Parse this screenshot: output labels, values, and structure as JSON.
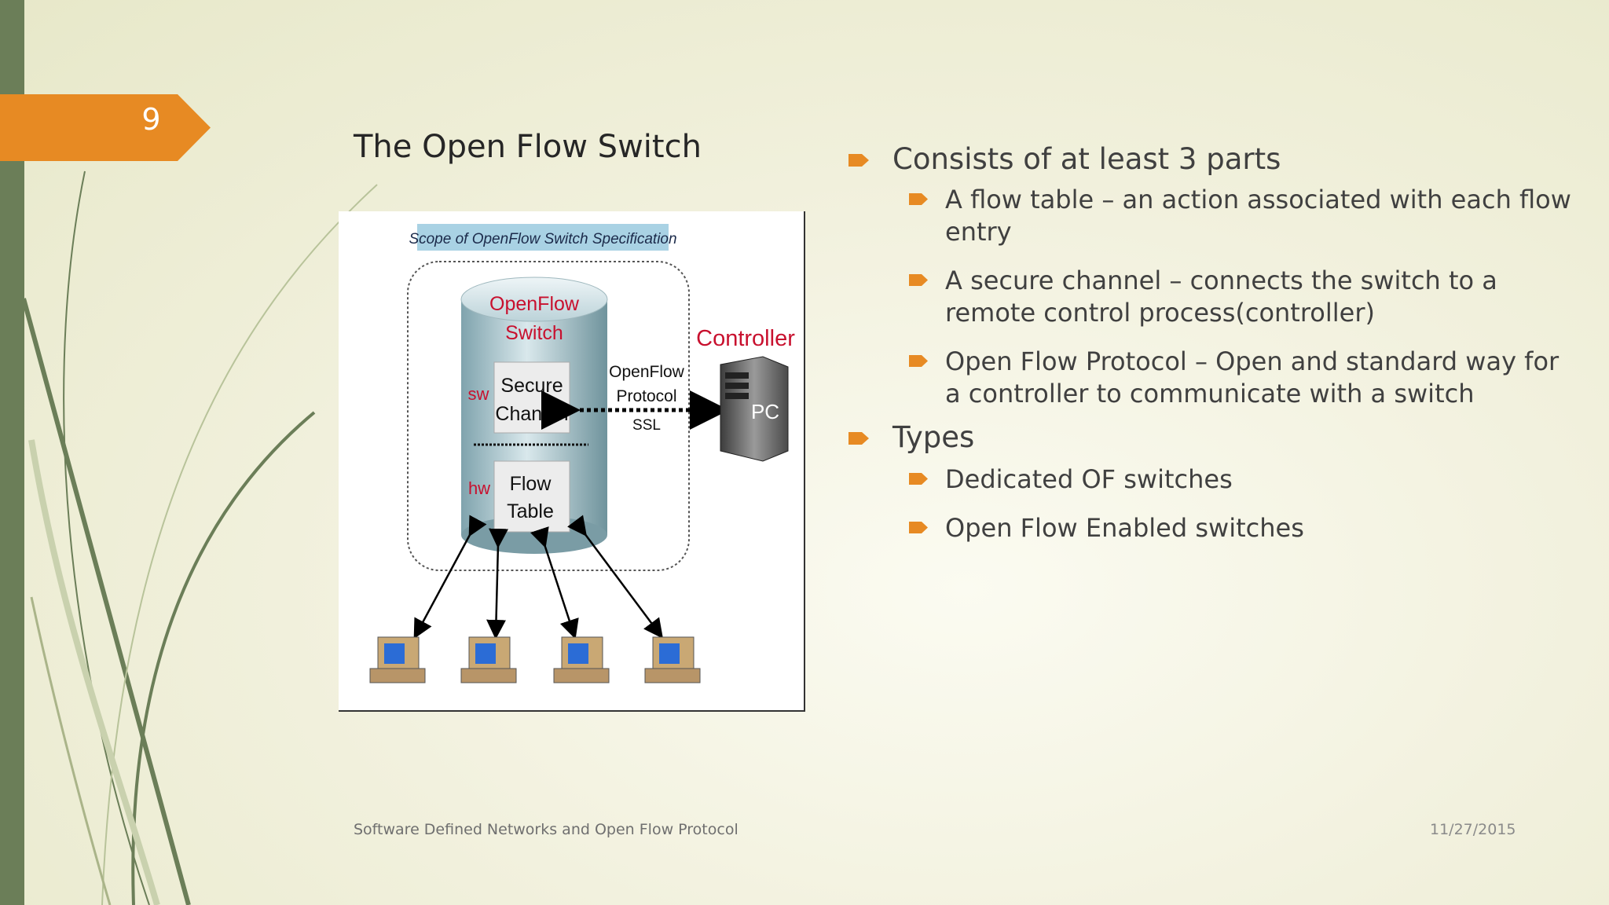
{
  "slide": {
    "number": "9",
    "title": "The Open Flow Switch",
    "footer_left": "Software Defined Networks and Open Flow Protocol",
    "footer_right": "11/27/2015",
    "accent_color": "#e78a23",
    "bar_color": "#6b7e58"
  },
  "diagram": {
    "scope_label": "Scope of OpenFlow Switch Specification",
    "switch_label_1": "OpenFlow",
    "switch_label_2": "Switch",
    "controller_label": "Controller",
    "secure_label_1": "Secure",
    "secure_label_2": "Channel",
    "flow_label_1": "Flow",
    "flow_label_2": "Table",
    "sw_label": "sw",
    "hw_label": "hw",
    "protocol_label_1": "OpenFlow",
    "protocol_label_2": "Protocol",
    "protocol_label_3": "SSL",
    "pc_label": "PC"
  },
  "bullets": {
    "b1": "Consists of at least 3 parts",
    "b1_1": "A flow table – an action associated with each flow entry",
    "b1_2": "A secure channel – connects the switch to a remote control process(controller)",
    "b1_3": "Open Flow Protocol – Open and standard way for a controller to communicate with a switch",
    "b2": "Types",
    "b2_1": "Dedicated OF switches",
    "b2_2": "Open Flow Enabled switches"
  }
}
